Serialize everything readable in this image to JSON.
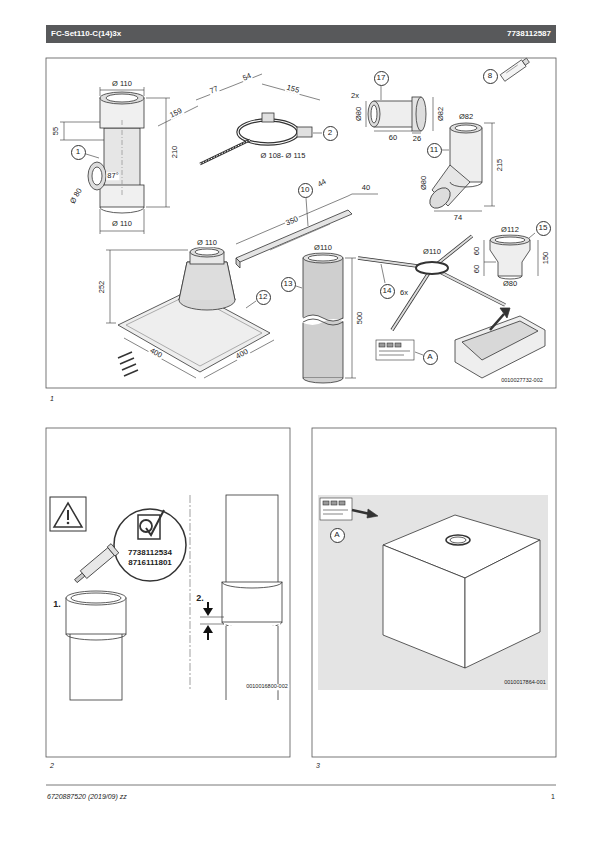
{
  "diagram": {
    "nodes": [
      {
        "text": [
          "FC-Set110-C(14)3x",
          "7738112587"
        ]
      },
      {
        "text": [
          "1"
        ]
      },
      {
        "text": [
          "2"
        ]
      },
      {
        "text": [
          "17"
        ]
      },
      {
        "text": [
          "8"
        ]
      },
      {
        "text": [
          "11"
        ]
      },
      {
        "text": [
          "10"
        ]
      },
      {
        "text": [
          "12"
        ]
      },
      {
        "text": [
          "13"
        ]
      },
      {
        "text": [
          "14"
        ]
      },
      {
        "text": [
          "15"
        ]
      },
      {
        "text": [
          "A"
        ]
      },
      {
        "text": [
          "A"
        ]
      }
    ],
    "labels": [
      "Ø 110",
      "55",
      "210",
      "87°",
      "Ø 80",
      "Ø 110",
      "54",
      "77",
      "155",
      "159",
      "Ø 108- Ø 115",
      "2x",
      "Ø80",
      "Ø82",
      "60",
      "26",
      "Ø82",
      "Ø80",
      "215",
      "74",
      "44",
      "40",
      "350",
      "Ø 110",
      "252",
      "400",
      "400",
      "Ø110",
      "500",
      "6x",
      "Ø110",
      "Ø112",
      "60",
      "60",
      "150",
      "Ø80",
      "0010027732-002",
      "1",
      "7738112534",
      "8716111801",
      "1.",
      "2.",
      "0010016800-002",
      "2",
      "0010017864-001",
      "3",
      "6720887520 (2019/09) zz",
      "1"
    ]
  }
}
